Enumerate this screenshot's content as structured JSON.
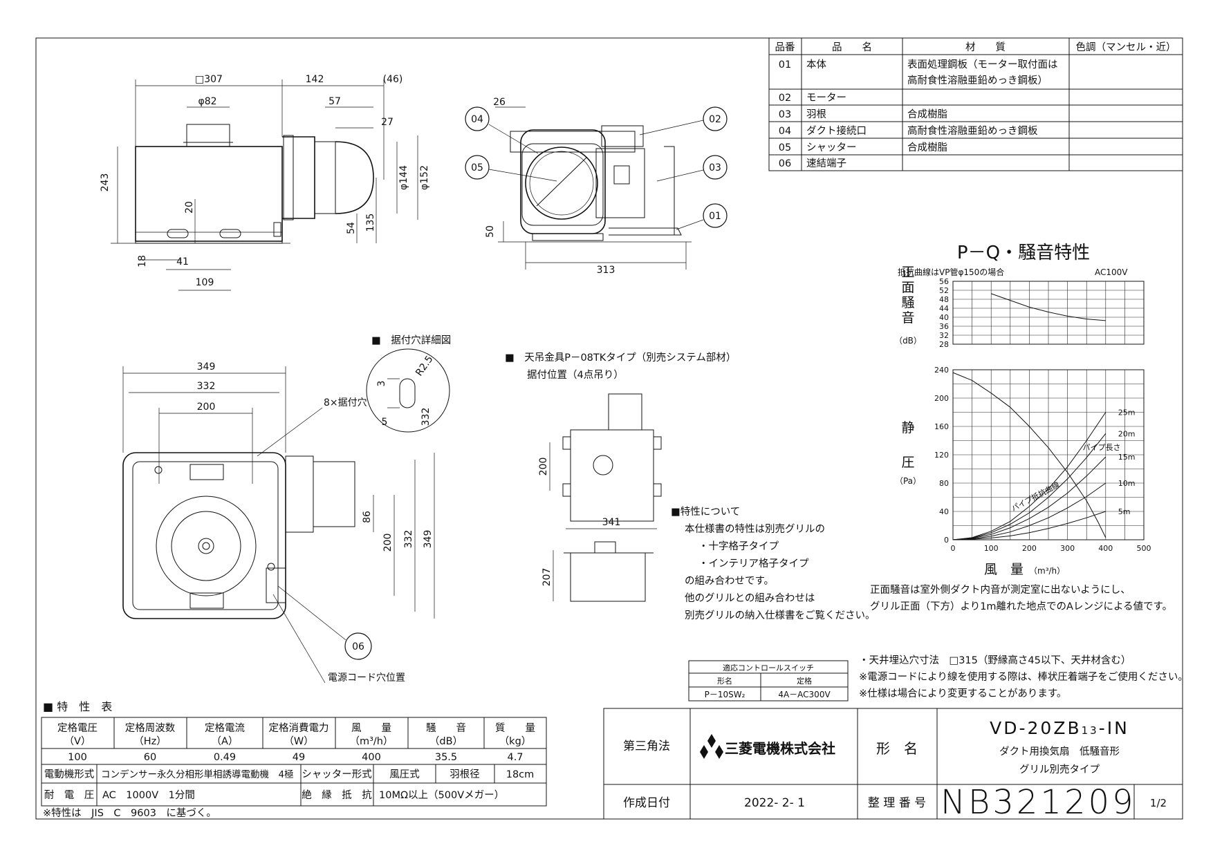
{
  "parts_table": {
    "headers": [
      "品番",
      "品　　名",
      "材　　質",
      "色調（マンセル・近）"
    ],
    "rows": [
      {
        "no": "01",
        "name": "本体",
        "material": "表面処理鋼板（モーター取付面は",
        "material2": "高耐食性溶融亜鉛めっき鋼板）",
        "color": ""
      },
      {
        "no": "02",
        "name": "モーター",
        "material": "",
        "color": ""
      },
      {
        "no": "03",
        "name": "羽根",
        "material": "合成樹脂",
        "color": ""
      },
      {
        "no": "04",
        "name": "ダクト接続口",
        "material": "高耐食性溶融亜鉛めっき鋼板",
        "color": ""
      },
      {
        "no": "05",
        "name": "シャッター",
        "material": "合成樹脂",
        "color": ""
      },
      {
        "no": "06",
        "name": "速結端子",
        "material": "",
        "color": ""
      }
    ]
  },
  "side_view": {
    "dims": [
      "□307",
      "142",
      "(46)",
      "φ82",
      "57",
      "27",
      "243",
      "φ144",
      "φ152",
      "20",
      "54",
      "135",
      "18",
      "41",
      "109"
    ]
  },
  "front_view": {
    "dims": [
      "26",
      "50",
      "313"
    ],
    "callouts": [
      "04",
      "05",
      "02",
      "03",
      "01"
    ]
  },
  "plan_view": {
    "dims": [
      "349",
      "332",
      "200",
      "86",
      "200",
      "332",
      "349"
    ],
    "labels": {
      "holes": "8×据付穴",
      "cord": "電源コード穴位置",
      "callout": "06"
    }
  },
  "hole_detail": {
    "title": "■　据付穴詳細図",
    "dims": [
      "3",
      "R2.5",
      "5",
      "332"
    ]
  },
  "hanger": {
    "title": "■　天吊金具P－08TKタイプ（別売システム部材）",
    "subtitle": "据付位置（4点吊り）",
    "dims": [
      "200",
      "341",
      "207"
    ]
  },
  "notes_char": {
    "title": "■特性について",
    "lines": [
      "本仕様書の特性は別売グリルの",
      "・十字格子タイプ",
      "・インテリア格子タイプ",
      "の組み合わせです。",
      "他のグリルとの組み合わせは",
      "別売グリルの納入仕様書をご覧ください。"
    ]
  },
  "chart_data": [
    {
      "type": "line",
      "title": "P－Q・騒音特性",
      "note": "抵抗曲線はVP管φ150の場合",
      "voltage": "AC100V",
      "ylabel": "正面騒音",
      "yunit": "（dB）",
      "yticks": [
        56,
        52,
        48,
        44,
        40,
        36,
        32,
        28
      ],
      "ylim": [
        28,
        56
      ],
      "xlim": [
        0,
        500
      ],
      "x": [
        100,
        150,
        200,
        250,
        300,
        350,
        400
      ],
      "series": [
        {
          "values": [
            50.5,
            47.5,
            44.5,
            42.3,
            40.5,
            39.2,
            38.5
          ]
        }
      ]
    },
    {
      "type": "line",
      "ylabel_1": "静",
      "ylabel_2": "圧",
      "yunit": "（Pa）",
      "xlabel": "風　量",
      "xunit": "（m³/h）",
      "xlim": [
        0,
        500
      ],
      "ylim": [
        0,
        240
      ],
      "xticks": [
        0,
        100,
        200,
        300,
        400,
        500
      ],
      "yticks": [
        0,
        40,
        80,
        120,
        160,
        200,
        240
      ],
      "pipe_title": "パイプ長さ",
      "pipe_curve_label": "パイプ抵抗曲線",
      "series": [
        {
          "name": "",
          "x": [
            0,
            50,
            100,
            150,
            200,
            250,
            300,
            350,
            380,
            400
          ],
          "values": [
            236,
            225,
            207,
            187,
            160,
            130,
            95,
            55,
            25,
            3
          ]
        },
        {
          "name": "25m",
          "x": [
            0,
            50,
            100,
            150,
            200,
            250,
            300,
            350,
            400
          ],
          "values": [
            0,
            3,
            12,
            26,
            47,
            72,
            103,
            140,
            180
          ]
        },
        {
          "name": "20m",
          "x": [
            0,
            50,
            100,
            150,
            200,
            250,
            300,
            350,
            400
          ],
          "values": [
            0,
            2.5,
            10,
            22,
            38,
            60,
            86,
            116,
            150
          ]
        },
        {
          "name": "15m",
          "x": [
            0,
            50,
            100,
            150,
            200,
            250,
            300,
            350,
            400
          ],
          "values": [
            0,
            2,
            7.5,
            17,
            30,
            46,
            66,
            90,
            117
          ]
        },
        {
          "name": "10m",
          "x": [
            0,
            50,
            100,
            150,
            200,
            250,
            300,
            350,
            400
          ],
          "values": [
            0,
            1.3,
            5,
            11,
            20,
            31,
            45,
            61,
            80
          ]
        },
        {
          "name": "5m",
          "x": [
            0,
            50,
            100,
            150,
            200,
            250,
            300,
            350,
            400
          ],
          "values": [
            0,
            0.7,
            2.5,
            5.5,
            10,
            16,
            23,
            31,
            40
          ]
        }
      ]
    }
  ],
  "noise_note": [
    "正面騒音は室外側ダクト内音が測定室に出ないようにし、",
    "グリル正面（下方）より1m離れた地点でのAレンジによる値です。"
  ],
  "control_switch": {
    "title": "適応コントロールスイッチ",
    "headers": [
      "形名",
      "定格"
    ],
    "row": [
      "P－10SW₂",
      "4A－AC300V"
    ]
  },
  "side_notes": [
    "・天井埋込穴寸法　□315（野縁高さ45以下、天井材含む）",
    "※電源コードにより線を使用する際は、棒状圧着端子をご使用ください。",
    "※仕様は場合により変更することがあります。"
  ],
  "spec_table": {
    "title": "■ 特　性　表",
    "headers": [
      [
        "定格電圧",
        "（V）"
      ],
      [
        "定格周波数",
        "（Hz）"
      ],
      [
        "定格電流",
        "（A）"
      ],
      [
        "定格消費電力",
        "（W）"
      ],
      [
        "風　　量",
        "（m³/h）"
      ],
      [
        "騒　　音",
        "（dB）"
      ],
      [
        "質　　量",
        "（kg）"
      ]
    ],
    "values": [
      "100",
      "60",
      "0.49",
      "49",
      "400",
      "35.5",
      "4.7"
    ],
    "row2": {
      "l1": "電動機形式",
      "v1": "コンデンサー永久分相形単相誘導電動機　4極",
      "l2": "シャッター形式",
      "v2": "風圧式",
      "l3": "羽根径",
      "v3": "18cm"
    },
    "row3": {
      "l1": "耐　電　圧",
      "v1": "AC　1000V　1分間",
      "l2": "絶　縁　抵　抗",
      "v2": "10MΩ以上（500Vメガー）"
    },
    "note": "※特性は　JIS　C　9603　に基づく。"
  },
  "title_block": {
    "projection": "第三角法",
    "company": "三菱電機株式会社",
    "model_label": "形　名",
    "model": "VD-20ZB",
    "model_sub": "13",
    "model_suffix": "-IN",
    "desc1": "ダクト用換気扇　低騒音形",
    "desc2": "グリル別売タイプ",
    "date_label": "作成日付",
    "date": "2022- 2- 1",
    "doc_label": "整 理 番 号",
    "doc_no": "NB321209",
    "page": "1/2",
    "accent": "#111111"
  }
}
